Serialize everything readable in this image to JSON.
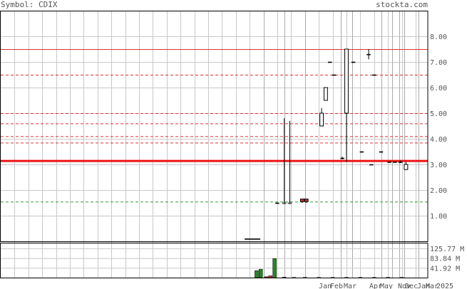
{
  "header": {
    "symbol": "Symbol: CDIX",
    "site": "stockta.com"
  },
  "chart_data": {
    "type": "candlestick",
    "price_axis": {
      "ylim": [
        0,
        9
      ],
      "ticks": [
        1,
        2,
        3,
        4,
        5,
        6,
        7,
        8
      ],
      "labels": [
        "1.00",
        "2.00",
        "3.00",
        "4.00",
        "5.00",
        "6.00",
        "7.00",
        "8.00"
      ]
    },
    "volume_axis": {
      "ticks": [
        125.77,
        83.84,
        41.92
      ],
      "labels": [
        "125.77 M",
        "83.84 M",
        "41.92 M"
      ],
      "max": 150
    },
    "months": [
      "Jan",
      "Feb",
      "Mar",
      "Apr",
      "May",
      "Nov",
      "Dec",
      "Jan",
      "Mar",
      "2025"
    ],
    "month_slots": [
      19,
      20.5,
      22,
      24.6,
      25.4,
      27.5,
      28.3,
      28.8,
      29.2,
      30.2
    ],
    "levels": [
      {
        "value": 7.5,
        "style": "solid",
        "color": "#dd3333"
      },
      {
        "value": 6.5,
        "style": "dashed",
        "color": "#dd3333"
      },
      {
        "value": 5.0,
        "style": "dashed",
        "color": "#dd3333"
      },
      {
        "value": 4.6,
        "style": "dashed",
        "color": "#dd3333"
      },
      {
        "value": 4.1,
        "style": "dashed",
        "color": "#dd3333"
      },
      {
        "value": 3.85,
        "style": "dashed",
        "color": "#dd3333"
      },
      {
        "value": 3.15,
        "style": "thick",
        "color": "#ee1111"
      },
      {
        "value": 1.55,
        "style": "dashed",
        "color": "#339933"
      }
    ],
    "candles": [
      {
        "slot": 18.2,
        "w": 1.1,
        "open": 0.1,
        "close": 0.1,
        "high": 0.1,
        "low": 0.1,
        "color": "#000000"
      },
      {
        "slot": 20.0,
        "open": 1.5,
        "close": 1.5,
        "high": 1.5,
        "low": 1.5,
        "color": "#000000"
      },
      {
        "slot": 20.5,
        "open": 1.5,
        "close": 1.5,
        "high": 4.8,
        "low": 1.45,
        "color": "#ffffff"
      },
      {
        "slot": 20.9,
        "open": 1.5,
        "close": 1.5,
        "high": 4.7,
        "low": 1.45,
        "color": "#ffffff"
      },
      {
        "slot": 21.8,
        "open": 1.55,
        "close": 1.65,
        "high": 1.65,
        "low": 1.5,
        "color": "#dd3333"
      },
      {
        "slot": 22.1,
        "open": 1.55,
        "close": 1.65,
        "high": 1.65,
        "low": 1.5,
        "color": "#dd3333"
      },
      {
        "slot": 23.2,
        "open": 4.5,
        "close": 5.0,
        "high": 5.2,
        "low": 4.5,
        "color": "#ffffff"
      },
      {
        "slot": 23.5,
        "open": 5.5,
        "close": 6.0,
        "high": 6.0,
        "low": 5.5,
        "color": "#ffffff"
      },
      {
        "slot": 23.8,
        "open": 7.0,
        "close": 7.0,
        "high": 7.0,
        "low": 7.0,
        "color": "#000000"
      },
      {
        "slot": 24.1,
        "open": 6.5,
        "close": 6.5,
        "high": 6.5,
        "low": 6.5,
        "color": "#000000"
      },
      {
        "slot": 24.7,
        "open": 3.25,
        "close": 3.25,
        "high": 3.3,
        "low": 3.2,
        "color": "#000000"
      },
      {
        "slot": 25.0,
        "open": 5.0,
        "close": 7.5,
        "high": 7.5,
        "low": 3.1,
        "color": "#ffffff"
      },
      {
        "slot": 25.5,
        "open": 7.0,
        "close": 7.0,
        "high": 7.0,
        "low": 7.0,
        "color": "#000000"
      },
      {
        "slot": 26.1,
        "open": 3.5,
        "close": 3.5,
        "high": 3.5,
        "low": 3.5,
        "color": "#000000"
      },
      {
        "slot": 26.6,
        "open": 7.3,
        "close": 7.3,
        "high": 7.5,
        "low": 7.1,
        "color": "#000000"
      },
      {
        "slot": 27.0,
        "open": 6.5,
        "close": 6.5,
        "high": 6.5,
        "low": 6.5,
        "color": "#000000"
      },
      {
        "slot": 26.8,
        "open": 3.0,
        "close": 3.0,
        "high": 3.0,
        "low": 3.0,
        "color": "#000000"
      },
      {
        "slot": 27.5,
        "open": 3.5,
        "close": 3.5,
        "high": 3.5,
        "low": 3.5,
        "color": "#000000"
      },
      {
        "slot": 28.1,
        "open": 3.1,
        "close": 3.1,
        "high": 3.1,
        "low": 3.1,
        "color": "#000000"
      },
      {
        "slot": 28.5,
        "open": 3.1,
        "close": 3.1,
        "high": 3.1,
        "low": 3.1,
        "color": "#000000"
      },
      {
        "slot": 28.9,
        "open": 3.1,
        "close": 3.1,
        "high": 3.15,
        "low": 3.05,
        "color": "#000000"
      },
      {
        "slot": 29.3,
        "open": 3.0,
        "close": 2.8,
        "high": 3.1,
        "low": 2.8,
        "color": "#ffffff"
      }
    ],
    "volume": [
      {
        "slot": 18.5,
        "value": 30,
        "color": "#228822"
      },
      {
        "slot": 18.8,
        "value": 36,
        "color": "#228822"
      },
      {
        "slot": 19.2,
        "value": 4,
        "color": "#dd3333"
      },
      {
        "slot": 19.5,
        "value": 8,
        "color": "#dd3333"
      },
      {
        "slot": 19.8,
        "value": 82,
        "color": "#228822"
      },
      {
        "slot": 20.5,
        "value": 2,
        "color": "#228822"
      },
      {
        "slot": 21.2,
        "value": 1,
        "color": "#dd3333"
      },
      {
        "slot": 22.0,
        "value": 1,
        "color": "#228822"
      },
      {
        "slot": 23.0,
        "value": 1,
        "color": "#228822"
      },
      {
        "slot": 24.0,
        "value": 1,
        "color": "#228822"
      },
      {
        "slot": 25.0,
        "value": 1,
        "color": "#228822"
      },
      {
        "slot": 26.0,
        "value": 1,
        "color": "#228822"
      },
      {
        "slot": 27.0,
        "value": 1,
        "color": "#228822"
      },
      {
        "slot": 28.0,
        "value": 1,
        "color": "#228822"
      },
      {
        "slot": 29.0,
        "value": 1,
        "color": "#228822"
      }
    ],
    "grid": true,
    "colors": {
      "grid": "#c8c8c8",
      "frame": "#000000",
      "text": "#555555"
    }
  }
}
